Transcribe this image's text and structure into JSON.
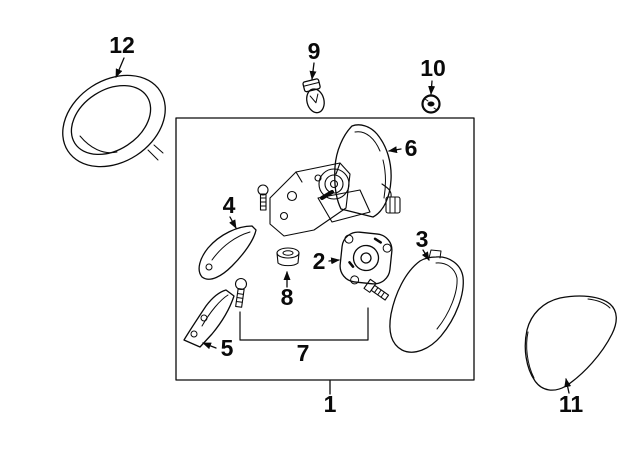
{
  "labels": {
    "n1": "1",
    "n2": "2",
    "n3": "3",
    "n4": "4",
    "n5": "5",
    "n6": "6",
    "n7": "7",
    "n8": "8",
    "n9": "9",
    "n10": "10",
    "n11": "11",
    "n12": "12"
  },
  "colors": {
    "line": "#0a0a0a",
    "background": "#ffffff"
  }
}
